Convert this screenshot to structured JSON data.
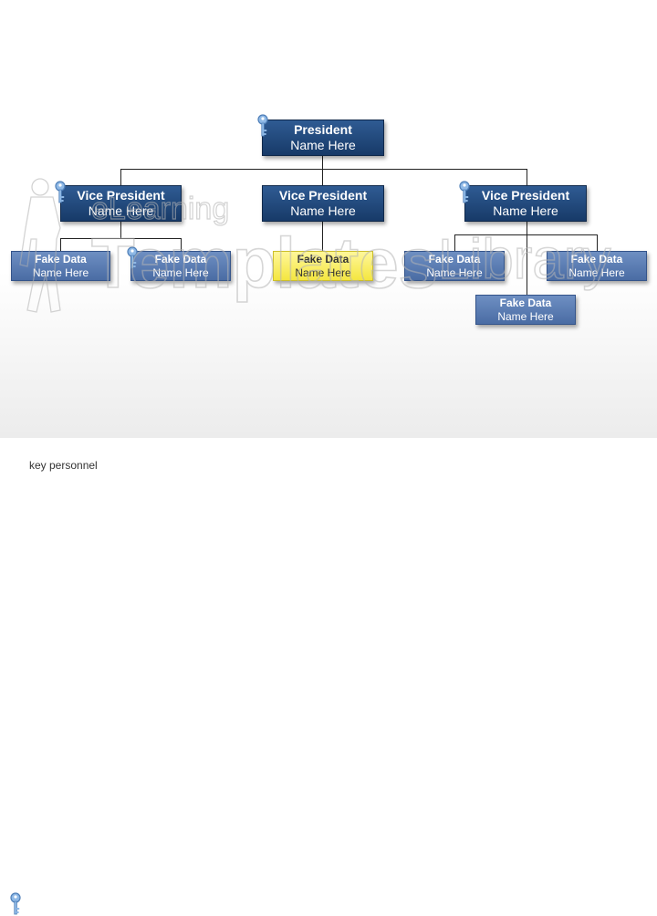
{
  "org_chart": {
    "president": {
      "title": "President",
      "name": "Name Here"
    },
    "vps": [
      {
        "title": "Vice President",
        "name": "Name Here"
      },
      {
        "title": "Vice President",
        "name": "Name Here"
      },
      {
        "title": "Vice President",
        "name": "Name Here"
      }
    ],
    "staff": [
      {
        "title": "Fake Data",
        "name": "Name Here"
      },
      {
        "title": "Fake Data",
        "name": "Name Here"
      },
      {
        "title": "Fake Data",
        "name": "Name Here"
      },
      {
        "title": "Fake Data",
        "name": "Name Here"
      },
      {
        "title": "Fake Data",
        "name": "Name Here"
      },
      {
        "title": "Fake Data",
        "name": "Name Here"
      }
    ]
  },
  "legend": {
    "label": "key personnel",
    "icon": "key-icon"
  },
  "watermark": {
    "line1": "eLearning",
    "line2": "Templates",
    "line3": "Library"
  },
  "colors": {
    "dark_box": "#1f4478",
    "light_box": "#5b7db5",
    "highlight_box": "#f7ec5a",
    "key": "#6f9fd4"
  }
}
